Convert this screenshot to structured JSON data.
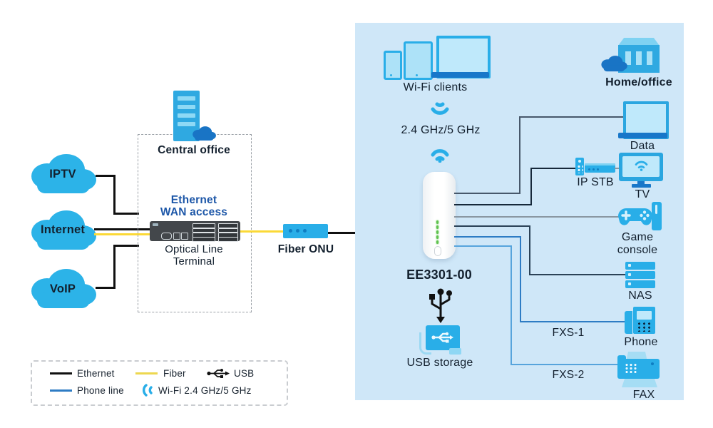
{
  "left": {
    "clouds": [
      {
        "id": "iptv",
        "label": "IPTV"
      },
      {
        "id": "internet",
        "label": "Internet"
      },
      {
        "id": "voip",
        "label": "VoIP"
      }
    ],
    "central_office": {
      "title": "Central office",
      "wan_line1": "Ethernet",
      "wan_line2": "WAN access",
      "device": "Optical Line Terminal"
    },
    "onu_label": "Fiber ONU"
  },
  "panel": {
    "wifi_clients": "Wi-Fi clients",
    "band": "2.4 GHz/5 GHz",
    "home_office": "Home/office",
    "router_model": "EE3301-00",
    "usb_storage": "USB storage",
    "devices": [
      {
        "id": "data",
        "label": "Data"
      },
      {
        "id": "ipstb",
        "label": "IP STB"
      },
      {
        "id": "tv",
        "label": "TV"
      },
      {
        "id": "game",
        "label": "Game console"
      },
      {
        "id": "nas",
        "label": "NAS"
      },
      {
        "id": "phone",
        "label": "Phone"
      },
      {
        "id": "fax",
        "label": "FAX"
      }
    ],
    "ports": [
      {
        "id": "fxs1",
        "label": "FXS-1"
      },
      {
        "id": "fxs2",
        "label": "FXS-2"
      }
    ]
  },
  "legend": {
    "items": [
      {
        "label": "Ethernet",
        "swatch": "line",
        "color": "#101010"
      },
      {
        "label": "Fiber",
        "swatch": "line",
        "color": "#edd74f"
      },
      {
        "label": "USB",
        "swatch": "usb-icon",
        "color": "#101010"
      },
      {
        "label": "Phone line",
        "swatch": "line",
        "color": "#2e7cc4"
      },
      {
        "label": "Wi-Fi 2.4 GHz/5 GHz",
        "swatch": "wifi-icon",
        "color": "#29aee8"
      }
    ]
  },
  "colors": {
    "panel_bg": "#cfe7f8",
    "icon_cyan": "#29aee8",
    "icon_light": "#bfe9fb",
    "icon_dark_blue": "#1877c9",
    "wan_text": "#1d57a8",
    "ethernet_line": "#101010",
    "fiber_line": "#fbd937",
    "phone_line": "#2e7cc4",
    "led_green": "#5fc34f"
  },
  "connections": [
    {
      "from": "IPTV",
      "to": "Central office",
      "type": "ethernet"
    },
    {
      "from": "Internet",
      "to": "Optical Line Terminal",
      "type": "ethernet"
    },
    {
      "from": "Internet",
      "to": "Optical Line Terminal",
      "type": "fiber"
    },
    {
      "from": "VoIP",
      "to": "Central office",
      "type": "ethernet"
    },
    {
      "from": "Optical Line Terminal",
      "to": "Fiber ONU",
      "type": "fiber"
    },
    {
      "from": "Fiber ONU",
      "to": "EE3301-00",
      "type": "ethernet"
    },
    {
      "from": "EE3301-00",
      "to": "Data",
      "type": "ethernet"
    },
    {
      "from": "EE3301-00",
      "to": "IP STB",
      "type": "ethernet"
    },
    {
      "from": "EE3301-00",
      "to": "Game console",
      "type": "ethernet"
    },
    {
      "from": "EE3301-00",
      "to": "NAS",
      "type": "ethernet"
    },
    {
      "from": "EE3301-00",
      "to": "Phone",
      "type": "phone",
      "port": "FXS-1"
    },
    {
      "from": "EE3301-00",
      "to": "FAX",
      "type": "phone",
      "port": "FXS-2"
    },
    {
      "from": "EE3301-00",
      "to": "USB storage",
      "type": "usb"
    },
    {
      "from": "EE3301-00",
      "to": "Wi-Fi clients",
      "type": "wifi"
    }
  ]
}
